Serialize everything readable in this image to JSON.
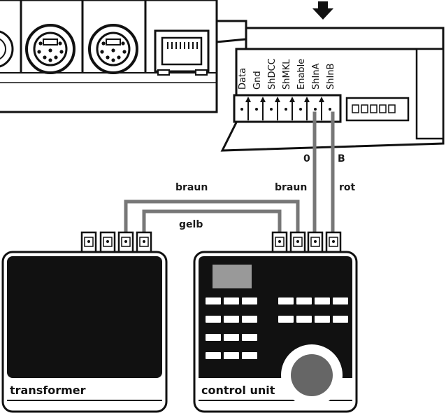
{
  "terminal_labels": [
    "Data",
    "Gnd",
    "ShDCC",
    "ShMKL",
    "Enable",
    "ShInA",
    "ShInB"
  ],
  "wire_labels": {
    "zero": "0",
    "b": "B",
    "braun_left": "braun",
    "braun_right": "braun",
    "rot": "rot",
    "gelb": "gelb"
  },
  "devices": {
    "transformer": "transformer",
    "control_unit": "control unit"
  },
  "colors": {
    "line": "#111111",
    "wire": "#777777",
    "device_body": "#111111",
    "display": "#999999",
    "knob": "#666666"
  }
}
